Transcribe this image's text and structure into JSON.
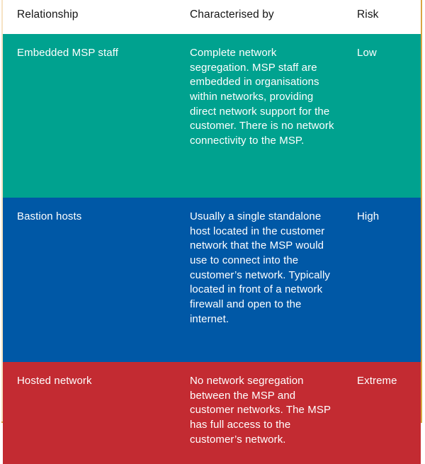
{
  "figure": {
    "name": "msp-relationship-risk-table",
    "edge_rule_left_color": "#f6e3c4",
    "edge_rule_right_color": "#d9a441",
    "edge_rule_bottom_color": "#d9a441"
  },
  "table": {
    "type": "table",
    "columns": [
      "Relationship",
      "Characterised by",
      "Risk"
    ],
    "rows": [
      {
        "relationship": "Embedded MSP staff",
        "characterised_by": "Complete network segregation. MSP staff are embedded in organisations within networks, providing direct network support for the customer. There is no network connectivity to the MSP.",
        "risk": "Low",
        "row_color": "#00a28f",
        "text_color": "#ffffff"
      },
      {
        "relationship": "Bastion hosts",
        "characterised_by": "Usually a single standalone host located in the customer network that the MSP would use to connect into the customer’s network. Typically located in front of a network firewall and open to the internet.",
        "risk": "High",
        "row_color": "#0058a6",
        "text_color": "#ffffff"
      },
      {
        "relationship": "Hosted network",
        "characterised_by": "No network segregation between the MSP and customer networks. The MSP has full access to the customer’s network.",
        "risk": "Extreme",
        "row_color": "#c32b32",
        "text_color": "#ffffff"
      }
    ]
  }
}
